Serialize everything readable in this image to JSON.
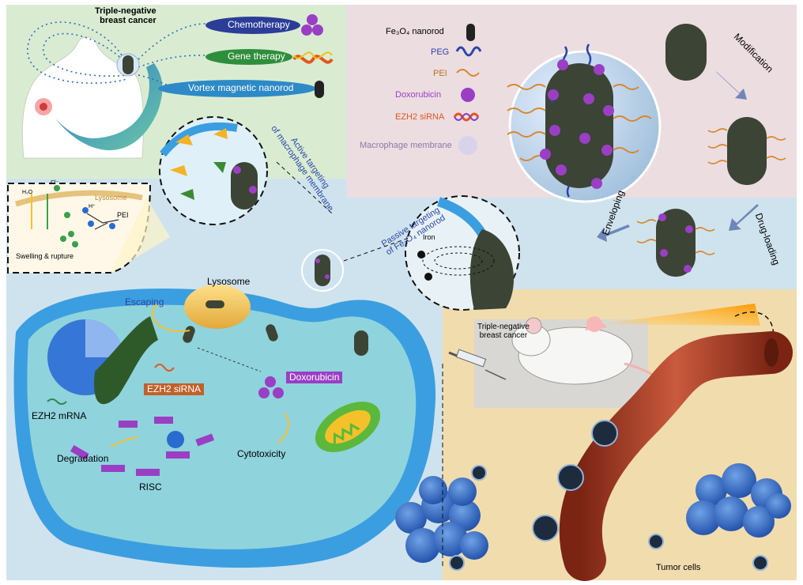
{
  "colors": {
    "green_panel": "#d9ecd2",
    "pink_panel": "#ecdde1",
    "blue_panel": "#cfe3ee",
    "tan_panel": "#f1dcae",
    "nanorod": "#3c4435",
    "doxorubicin": "#9a3fc4",
    "peg": "#2a46a6",
    "pei": "#d8872c",
    "membrane": "#3b9ee0",
    "vessel": "#b2442c",
    "tumor": "#2f64c2"
  },
  "panel_top_left": {
    "patient_label": "Triple-negative\nbreast cancer",
    "chemotherapy": "Chemotherapy",
    "gene_therapy": "Gene therapy",
    "vortex": "Vortex magnetic nanorod"
  },
  "legend": {
    "items": [
      {
        "label": "Fe₃O₄ nanorod",
        "icon": "nanorod-icon"
      },
      {
        "label": "PEG",
        "icon": "peg-coil-icon"
      },
      {
        "label": "PEI",
        "icon": "pei-wave-icon"
      },
      {
        "label": "Doxorubicin",
        "icon": "doxorubicin-sphere-icon"
      },
      {
        "label": "EZH2 siRNA",
        "icon": "sirna-helix-icon"
      },
      {
        "label": "Macrophage membrane",
        "icon": "membrane-disc-icon"
      }
    ]
  },
  "synthesis_steps": {
    "modification": "Modification",
    "drug_loading": "Drug-loading",
    "enveloping": "Enveloping"
  },
  "targeting": {
    "active": "Active targeting\nof macrophage membrane",
    "passive": "Passive targeting\nof Fe₃O₄ nanorod",
    "iron": "Iron"
  },
  "lysosome_inset": {
    "lysosome": "Lysosome",
    "pei": "PEI",
    "h2o": "H₂O",
    "cl": "Cl⁻",
    "h": "H⁺",
    "swelling": "Swelling & rupture"
  },
  "cell": {
    "lysosome": "Lysosome",
    "escaping": "Escaping",
    "sirna": "EZH2 siRNA",
    "doxorubicin": "Doxorubicin",
    "cytotoxicity": "Cytotoxicity",
    "mrna": "EZH2 mRNA",
    "degradation": "Degradation",
    "risc": "RISC"
  },
  "mouse_panel": {
    "label": "Triple-negative\nbreast cancer",
    "tumor_cells": "Tumor cells"
  }
}
